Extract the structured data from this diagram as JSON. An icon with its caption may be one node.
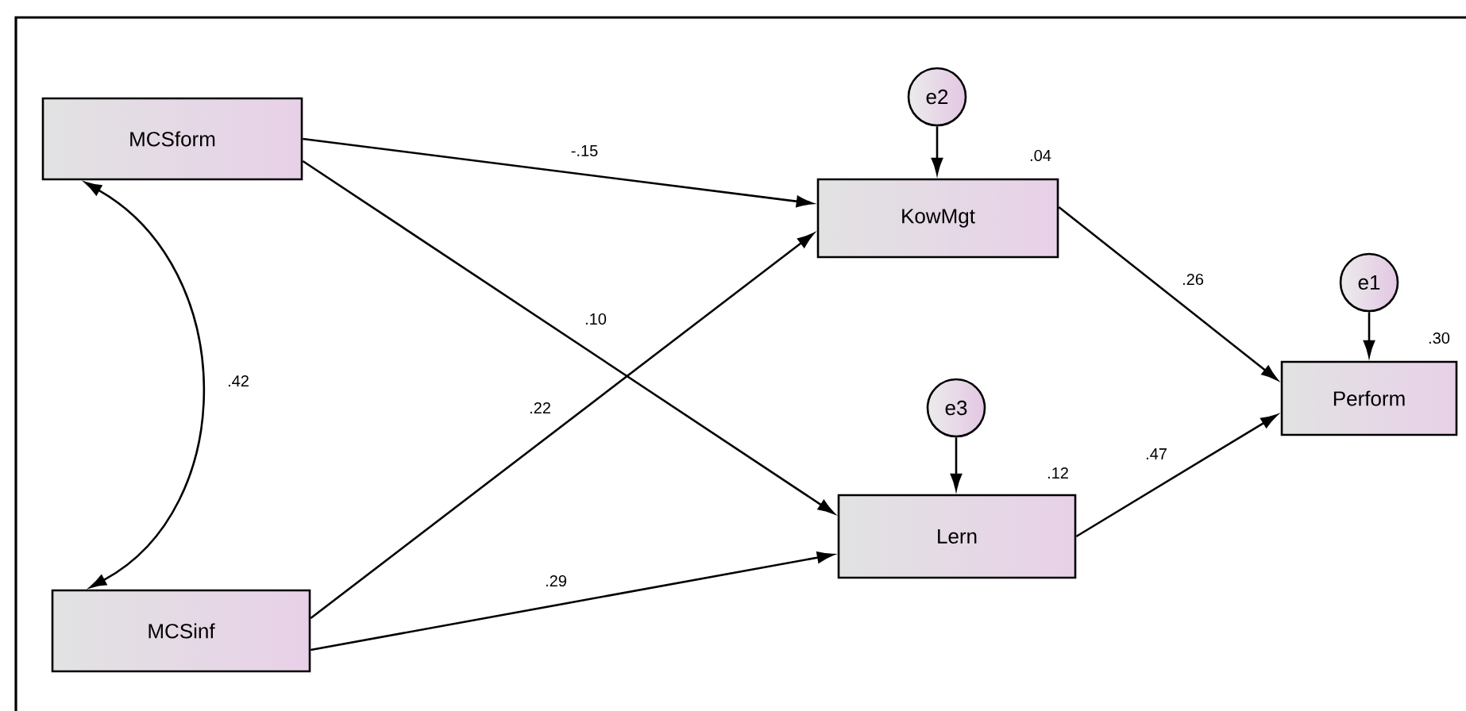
{
  "diagram": {
    "nodes": [
      {
        "text": [
          "MCSform"
        ]
      },
      {
        "text": [
          "MCSinf"
        ]
      },
      {
        "text": [
          "e2"
        ]
      },
      {
        "text": [
          "KowMgt"
        ],
        "beside": [
          ".04"
        ]
      },
      {
        "text": [
          "e3"
        ]
      },
      {
        "text": [
          "Lern"
        ],
        "beside": [
          ".12"
        ]
      },
      {
        "text": [
          "e1"
        ]
      },
      {
        "text": [
          "Perform"
        ],
        "beside": [
          ".30"
        ]
      }
    ],
    "edges": [
      {
        "from": 0,
        "to": 3,
        "arrow": "to",
        "label": "-.15"
      },
      {
        "from": 0,
        "to": 5,
        "arrow": "to",
        "label": ".10"
      },
      {
        "from": 1,
        "to": 3,
        "arrow": "to",
        "label": ".22"
      },
      {
        "from": 1,
        "to": 5,
        "arrow": "to",
        "label": ".29"
      },
      {
        "from": 3,
        "to": 7,
        "arrow": "to",
        "label": ".26"
      },
      {
        "from": 5,
        "to": 7,
        "arrow": "to",
        "label": ".47"
      },
      {
        "from": 2,
        "to": 3,
        "arrow": "to"
      },
      {
        "from": 4,
        "to": 5,
        "arrow": "to"
      },
      {
        "from": 6,
        "to": 7,
        "arrow": "to"
      },
      {
        "from": 0,
        "to": 1,
        "arrow": "both",
        "label": ".42"
      }
    ]
  }
}
